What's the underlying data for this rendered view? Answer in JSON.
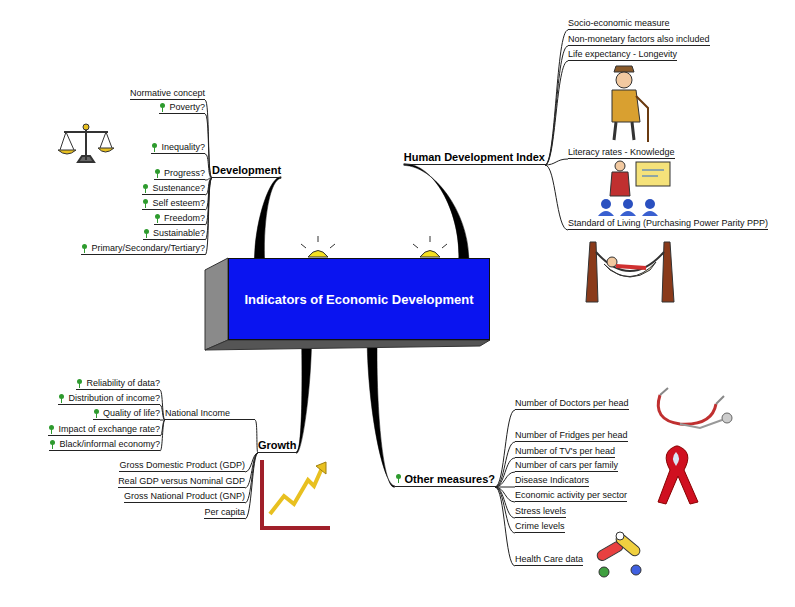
{
  "diagram": {
    "nodes": [
      {
        "text": [
          "Development",
          "Normative concept",
          "Poverty?",
          "Inequality?",
          "Progress?",
          "Sustenance?",
          "Self esteem?",
          "Freedom?",
          "Sustainable?",
          "Primary/Secondary/Tertiary?"
        ]
      },
      {
        "text": [
          "Human Development Index",
          "Socio-economic measure",
          "Non-monetary factors also included",
          "Life expectancy - Longevity",
          "Literacy rates - Knowledge",
          "Standard of Living (Purchasing Power Parity PPP)"
        ]
      },
      {
        "text": [
          "Indicators of Economic Development"
        ]
      },
      {
        "text": [
          "Growth",
          "National Income",
          "Reliability of data?",
          "Distribution of income?",
          "Quality of life?",
          "Impact of exchange rate?",
          "Black/informal economy?",
          "Gross Domestic Product (GDP)",
          "Real GDP versus Nominal GDP",
          "Gross National Product (GNP)",
          "Per capita"
        ]
      },
      {
        "text": [
          "Other measures?",
          "Number of Doctors per head",
          "Number of Fridges per head",
          "Number of TV's per head",
          "Number of cars per family",
          "Disease Indicators",
          "Economic activity per sector",
          "Stress levels",
          "Crime levels",
          "Health Care data"
        ]
      }
    ],
    "edges": [
      {
        "from": 2,
        "to": 0,
        "arrow": "none"
      },
      {
        "from": 2,
        "to": 1,
        "arrow": "none"
      },
      {
        "from": 2,
        "to": 3,
        "arrow": "none"
      },
      {
        "from": 2,
        "to": 4,
        "arrow": "none"
      }
    ]
  }
}
